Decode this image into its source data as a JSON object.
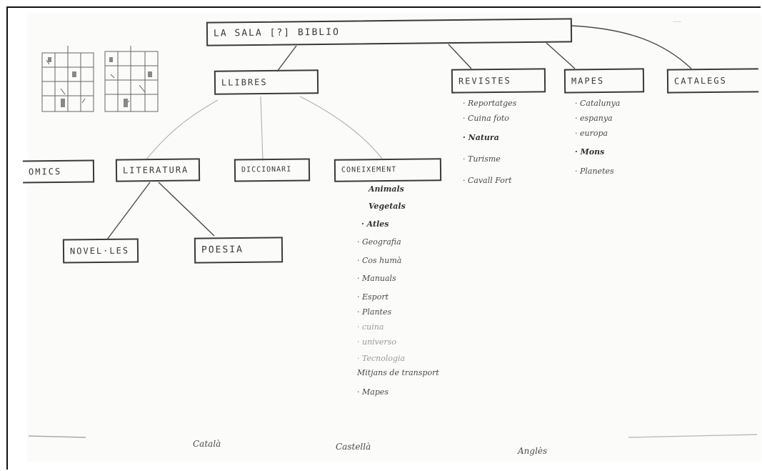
{
  "diagram": {
    "root": "LA SALA [?] BIBLIO",
    "top_right_note": "....",
    "branches": {
      "llibres": "LLIBRES",
      "revistes": "REVISTES",
      "mapes": "MAPES",
      "catalegs": "CATALEGS"
    },
    "llibres_children": {
      "comics": "OMICS",
      "literatura": "LITERATURA",
      "diccionaris": "DICCIONARI",
      "coneixement": "CONEIXEMENT"
    },
    "literatura_children": {
      "novelles": "NOVEL·LES",
      "poesia": "POESIA"
    },
    "revistes_items": [
      "· Reportatges",
      "· Cuina foto",
      "· Natura",
      "· Turisme",
      "· Cavall Fort"
    ],
    "mapes_items": [
      "· Catalunya",
      "· espanya",
      "· europa",
      "· Mons",
      "· Planetes"
    ],
    "coneixement_items": [
      "Animals",
      "Vegetals",
      "· Atles",
      "· Geografia",
      "· Cos humà",
      "· Manuals",
      "· Esport",
      "· Plantes",
      "· cuina",
      "· universo",
      "· Tecnologia",
      "Mitjans de transport",
      "· Mapes"
    ],
    "bottom_labels": [
      "Català",
      "Castellà",
      "Anglès"
    ]
  }
}
